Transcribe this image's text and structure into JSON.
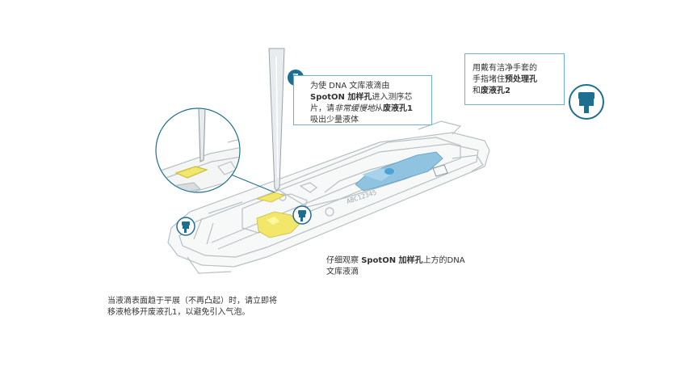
{
  "step": {
    "number": "7",
    "line1": "为使 DNA 文库液滴由",
    "line2_bold": "SpotON 加样孔",
    "line2_rest": "进入测序芯",
    "line3_pre": "片，请",
    "line3_italic": "非常缓慢地",
    "line3_mid": "从",
    "line3_bold": "废液孔1",
    "line4": "吸出少量液体"
  },
  "glove_note": {
    "line1": "用戴有洁净手套的",
    "line2_pre": "手指堵住",
    "line2_bold": "预处理孔",
    "line3_pre": "和",
    "line3_bold": "废液孔2"
  },
  "droplet_note": {
    "pre": "仔细观察 ",
    "bold": "SpotON 加样孔",
    "post": "上方的DNA",
    "line2": "文库液滴"
  },
  "level_note": {
    "line1": "当液滴表面趋于平展（不再凸起）时，请立即将",
    "line2": "移液枪移开废液孔1，以避免引入气泡。"
  },
  "chip_label": "ABC12345",
  "colors": {
    "accent": "#1e6f8f",
    "callout_border": "#6db0c9",
    "flowcell_blue": "#8fc3e0",
    "port_yellow": "#f2e66b",
    "outline": "#b8c0c4"
  },
  "icons": [
    "finger-press-icon",
    "pipette-tip-icon"
  ]
}
